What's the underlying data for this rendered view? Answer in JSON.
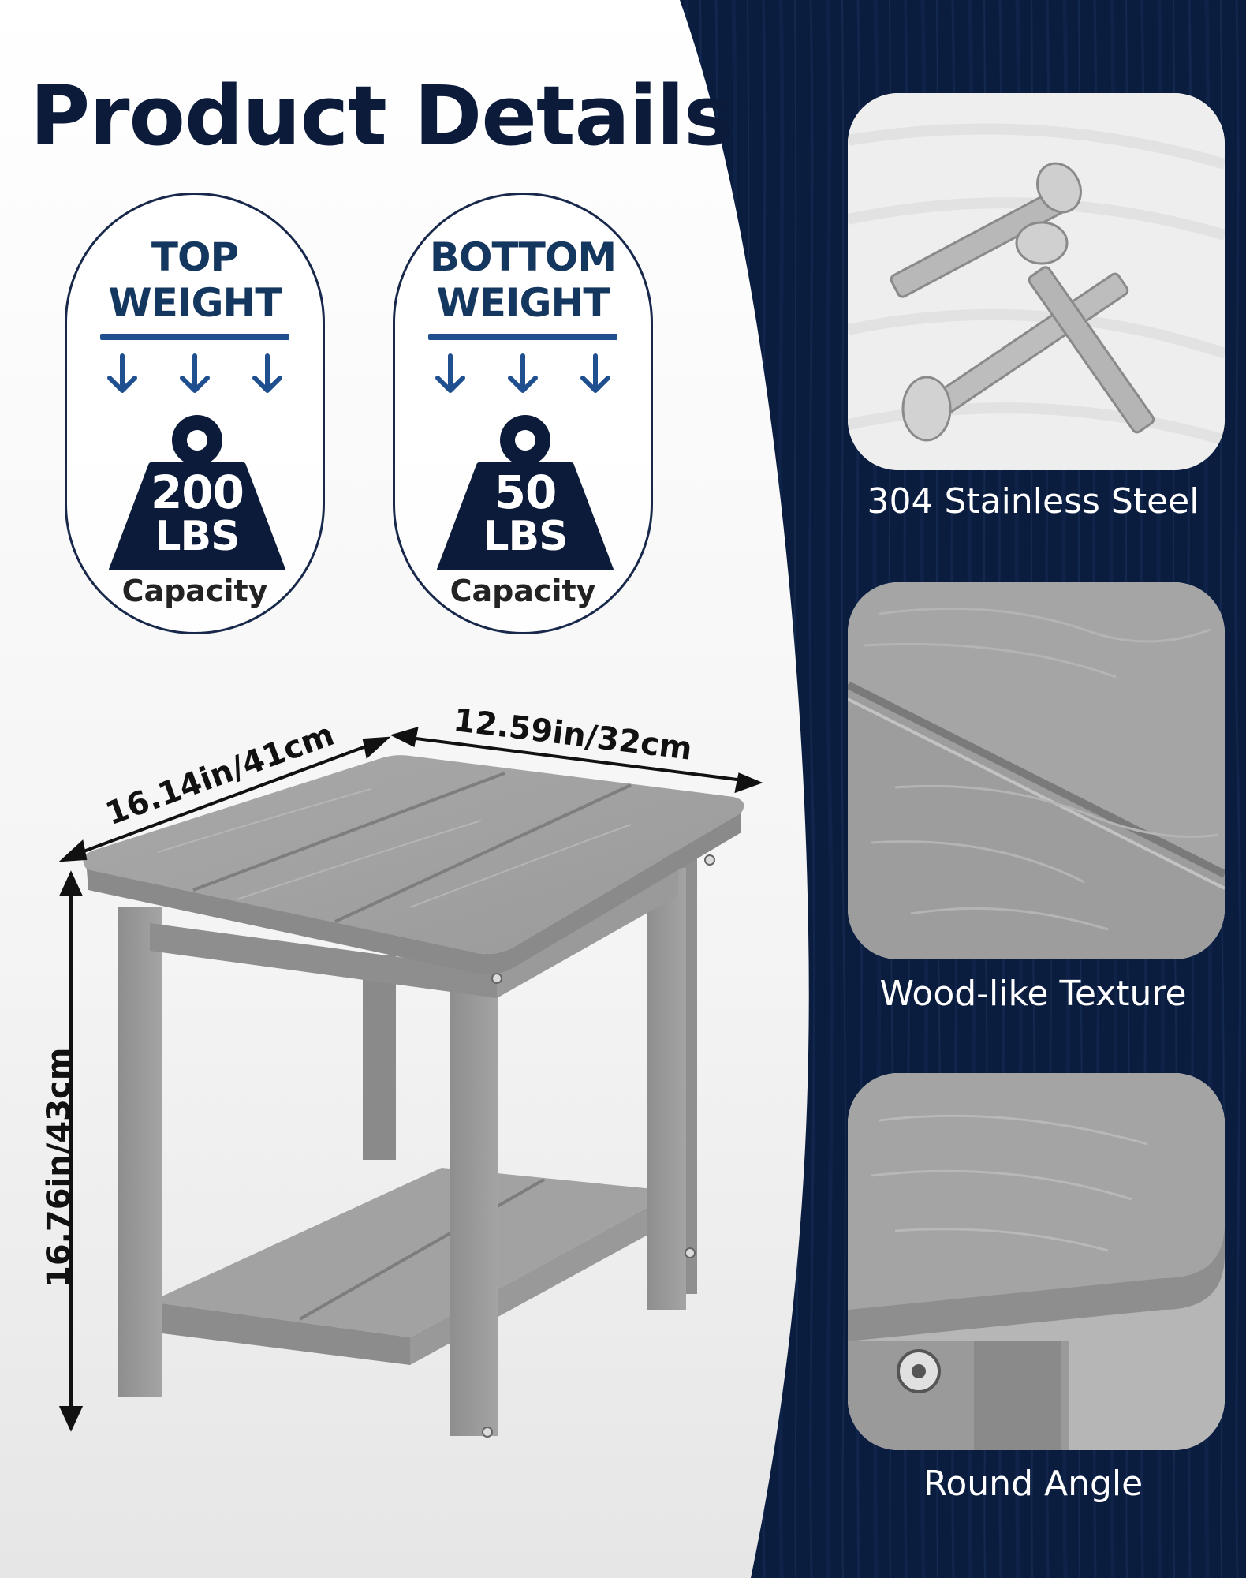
{
  "title": "Product Details",
  "badges": {
    "top": {
      "heading_line1": "TOP",
      "heading_line2": "WEIGHT",
      "value": "200",
      "unit": "LBS",
      "capacity_label": "Capacity"
    },
    "bottom": {
      "heading_line1": "BOTTOM",
      "heading_line2": "WEIGHT",
      "value": "50",
      "unit": "LBS",
      "capacity_label": "Capacity"
    }
  },
  "dimensions": {
    "length": "16.14in/41cm",
    "width": "12.59in/32cm",
    "height": "16.76in/43cm"
  },
  "features": [
    {
      "label": "304 Stainless Steel",
      "icon": "screws-photo"
    },
    {
      "label": "Wood-like Texture",
      "icon": "wood-texture-photo"
    },
    {
      "label": "Round Angle",
      "icon": "rounded-corner-photo"
    }
  ],
  "colors": {
    "navy_panel": "#0b1d3f",
    "title": "#0c1b3a",
    "accent_blue": "#1f4f8f",
    "table_grey": "#9a9a9a"
  }
}
